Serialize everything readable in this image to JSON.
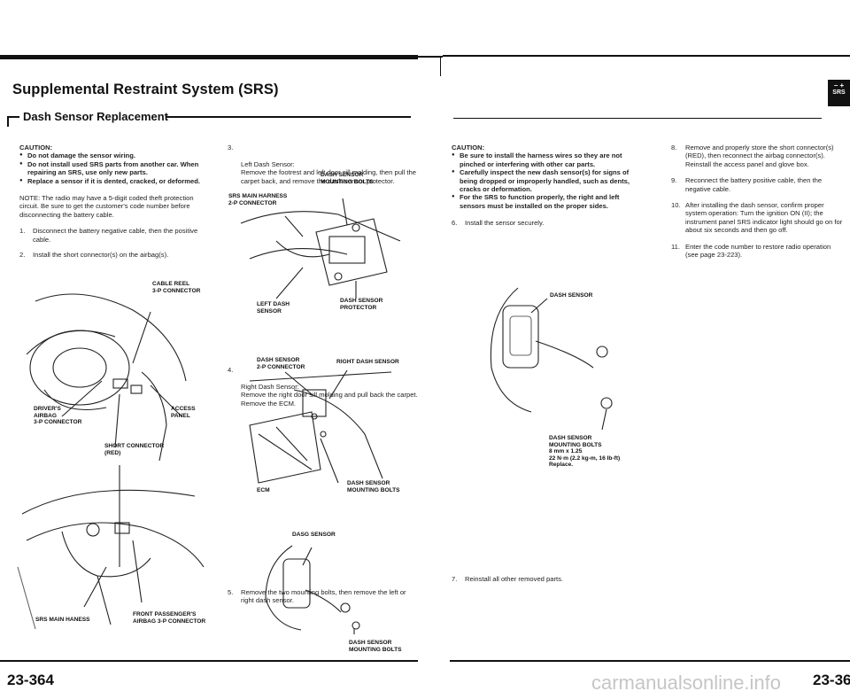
{
  "left_page": {
    "title": "Supplemental Restraint System (SRS)",
    "subtitle": "Dash Sensor Replacement",
    "caution_heading": "CAUTION:",
    "cautions": [
      "Do not damage the sensor wiring.",
      "Do not install used SRS parts from another car. When repairing an SRS, use only new parts.",
      "Replace a sensor if it is dented, cracked, or deformed."
    ],
    "note": "NOTE: The radio may have a 5-digit coded theft protection circuit. Be sure to get the customer's code number before disconnecting the battery cable.",
    "steps": [
      {
        "num": "1.",
        "text": "Disconnect the battery negative cable, then the positive cable."
      },
      {
        "num": "2.",
        "text": "Install the short connector(s) on the airbag(s)."
      },
      {
        "num": "3.",
        "text": "Left Dash Sensor:\nRemove the footrest and left door sill molding, then pull the carpet back, and remove the dash sensor protector."
      },
      {
        "num": "4.",
        "text": "Right Dash Sensor:\nRemove the right door sill molding and pull back the carpet. Remove the ECM."
      },
      {
        "num": "5.",
        "text": "Remove the two mounting bolts, then remove the left or right dash sensor."
      }
    ],
    "fig1_labels": {
      "cable_reel": "CABLE REEL\n3-P CONNECTOR",
      "drivers_airbag": "DRIVER'S\nAIRBAG\n3-P CONNECTOR",
      "access_panel": "ACCESS\nPANEL",
      "short_connector": "SHORT CONNECTOR\n(RED)",
      "srs_main_harness": "SRS MAIN HANESS",
      "front_passenger": "FRONT PASSENGER'S\nAIRBAG 3-P CONNECTOR"
    },
    "fig2_labels": {
      "harness": "SRS MAIN HARNESS\n2-P CONNECTOR",
      "bolts": "DASH SENSOR\nMOUNTING BOLTS",
      "left_sensor": "LEFT DASH\nSENSOR",
      "protector": "DASH SENSOR\nPROTECTOR"
    },
    "fig3_labels": {
      "connector": "DASH SENSOR\n2-P CONNECTOR",
      "right_sensor": "RIGHT DASH SENSOR",
      "ecm": "ECM",
      "bolts": "DASH SENSOR\nMOUNTING BOLTS"
    },
    "fig4_labels": {
      "sensor": "DASG SENSOR",
      "bolts": "DASH SENSOR\nMOUNTING BOLTS"
    },
    "page_number": "23-364"
  },
  "right_page": {
    "tab_label": "SRS",
    "caution_heading": "CAUTION:",
    "cautions": [
      "Be sure to install the harness wires so they are not pinched or interfering with other car parts.",
      "Carefully inspect the new dash sensor(s) for signs of being dropped or improperly handled, such as dents, cracks or deformation.",
      "For the SRS to function properly, the right and left sensors must be installed on the proper sides."
    ],
    "steps_a": [
      {
        "num": "6.",
        "text": "Install the sensor securely."
      },
      {
        "num": "7.",
        "text": "Reinstall all other removed parts."
      }
    ],
    "fig_labels": {
      "sensor": "DASH SENSOR",
      "bolts": "DASH SENSOR\nMOUNTING BOLTS\n8 mm x 1.25\n22 N·m (2.2 kg-m, 16 lb-ft)\nReplace."
    },
    "steps_b": [
      {
        "num": "8.",
        "text": "Remove and properly store the short connector(s) (RED), then reconnect the airbag connector(s). Reinstall the access panel and glove box."
      },
      {
        "num": "9.",
        "text": "Reconnect the battery positive cable, then the negative cable."
      },
      {
        "num": "10.",
        "text": "After installing the dash sensor, confirm proper system operation: Turn the ignition ON (II); the instrument panel SRS indicator light should go on for about six seconds and then go off."
      },
      {
        "num": "11.",
        "text": "Enter the code number to restore radio operation (see page 23-223)."
      }
    ],
    "page_number": "23-36",
    "watermark": "carmanualsonline.info"
  }
}
